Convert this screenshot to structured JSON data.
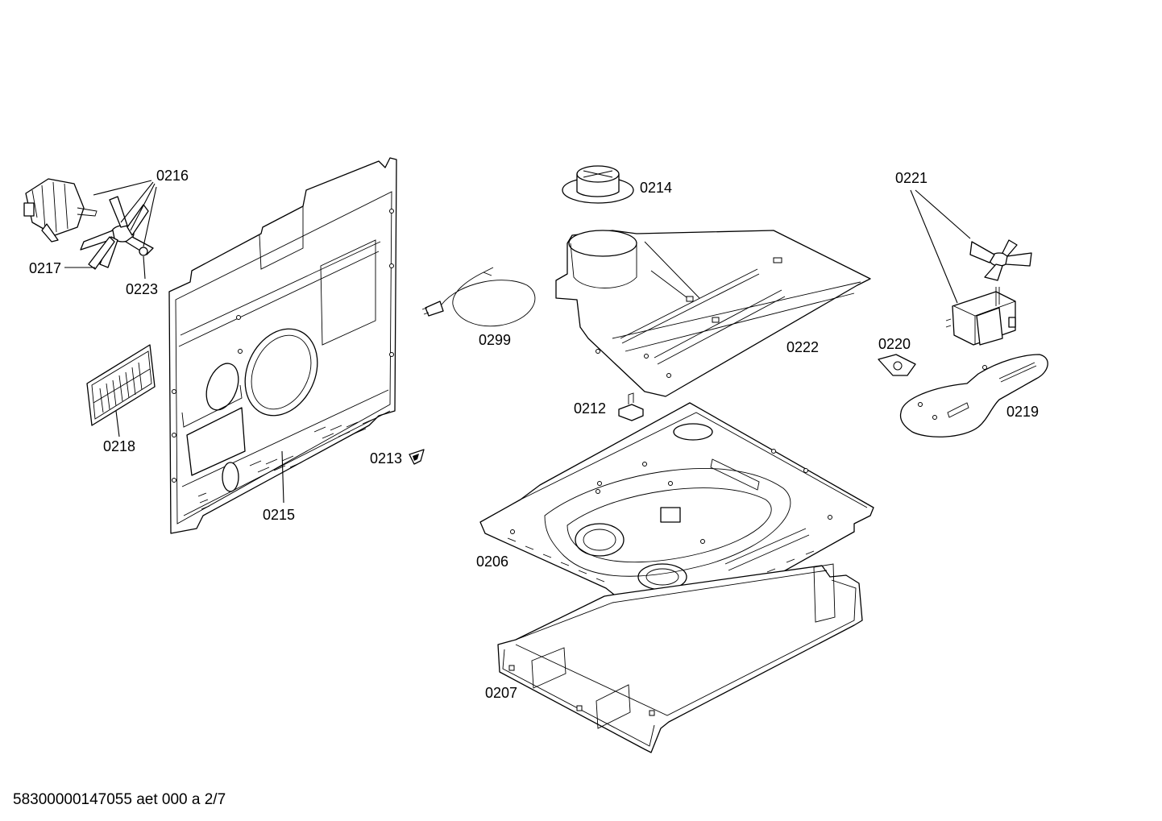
{
  "labels": {
    "p0216": "0216",
    "p0217": "0217",
    "p0223": "0223",
    "p0218": "0218",
    "p0215": "0215",
    "p0299": "0299",
    "p0213": "0213",
    "p0214": "0214",
    "p0222": "0222",
    "p0212": "0212",
    "p0206": "0206",
    "p0207": "0207",
    "p0221": "0221",
    "p0220": "0220",
    "p0219": "0219"
  },
  "footer": {
    "document_code": "58300000147055 aet 000 a 2/7"
  }
}
